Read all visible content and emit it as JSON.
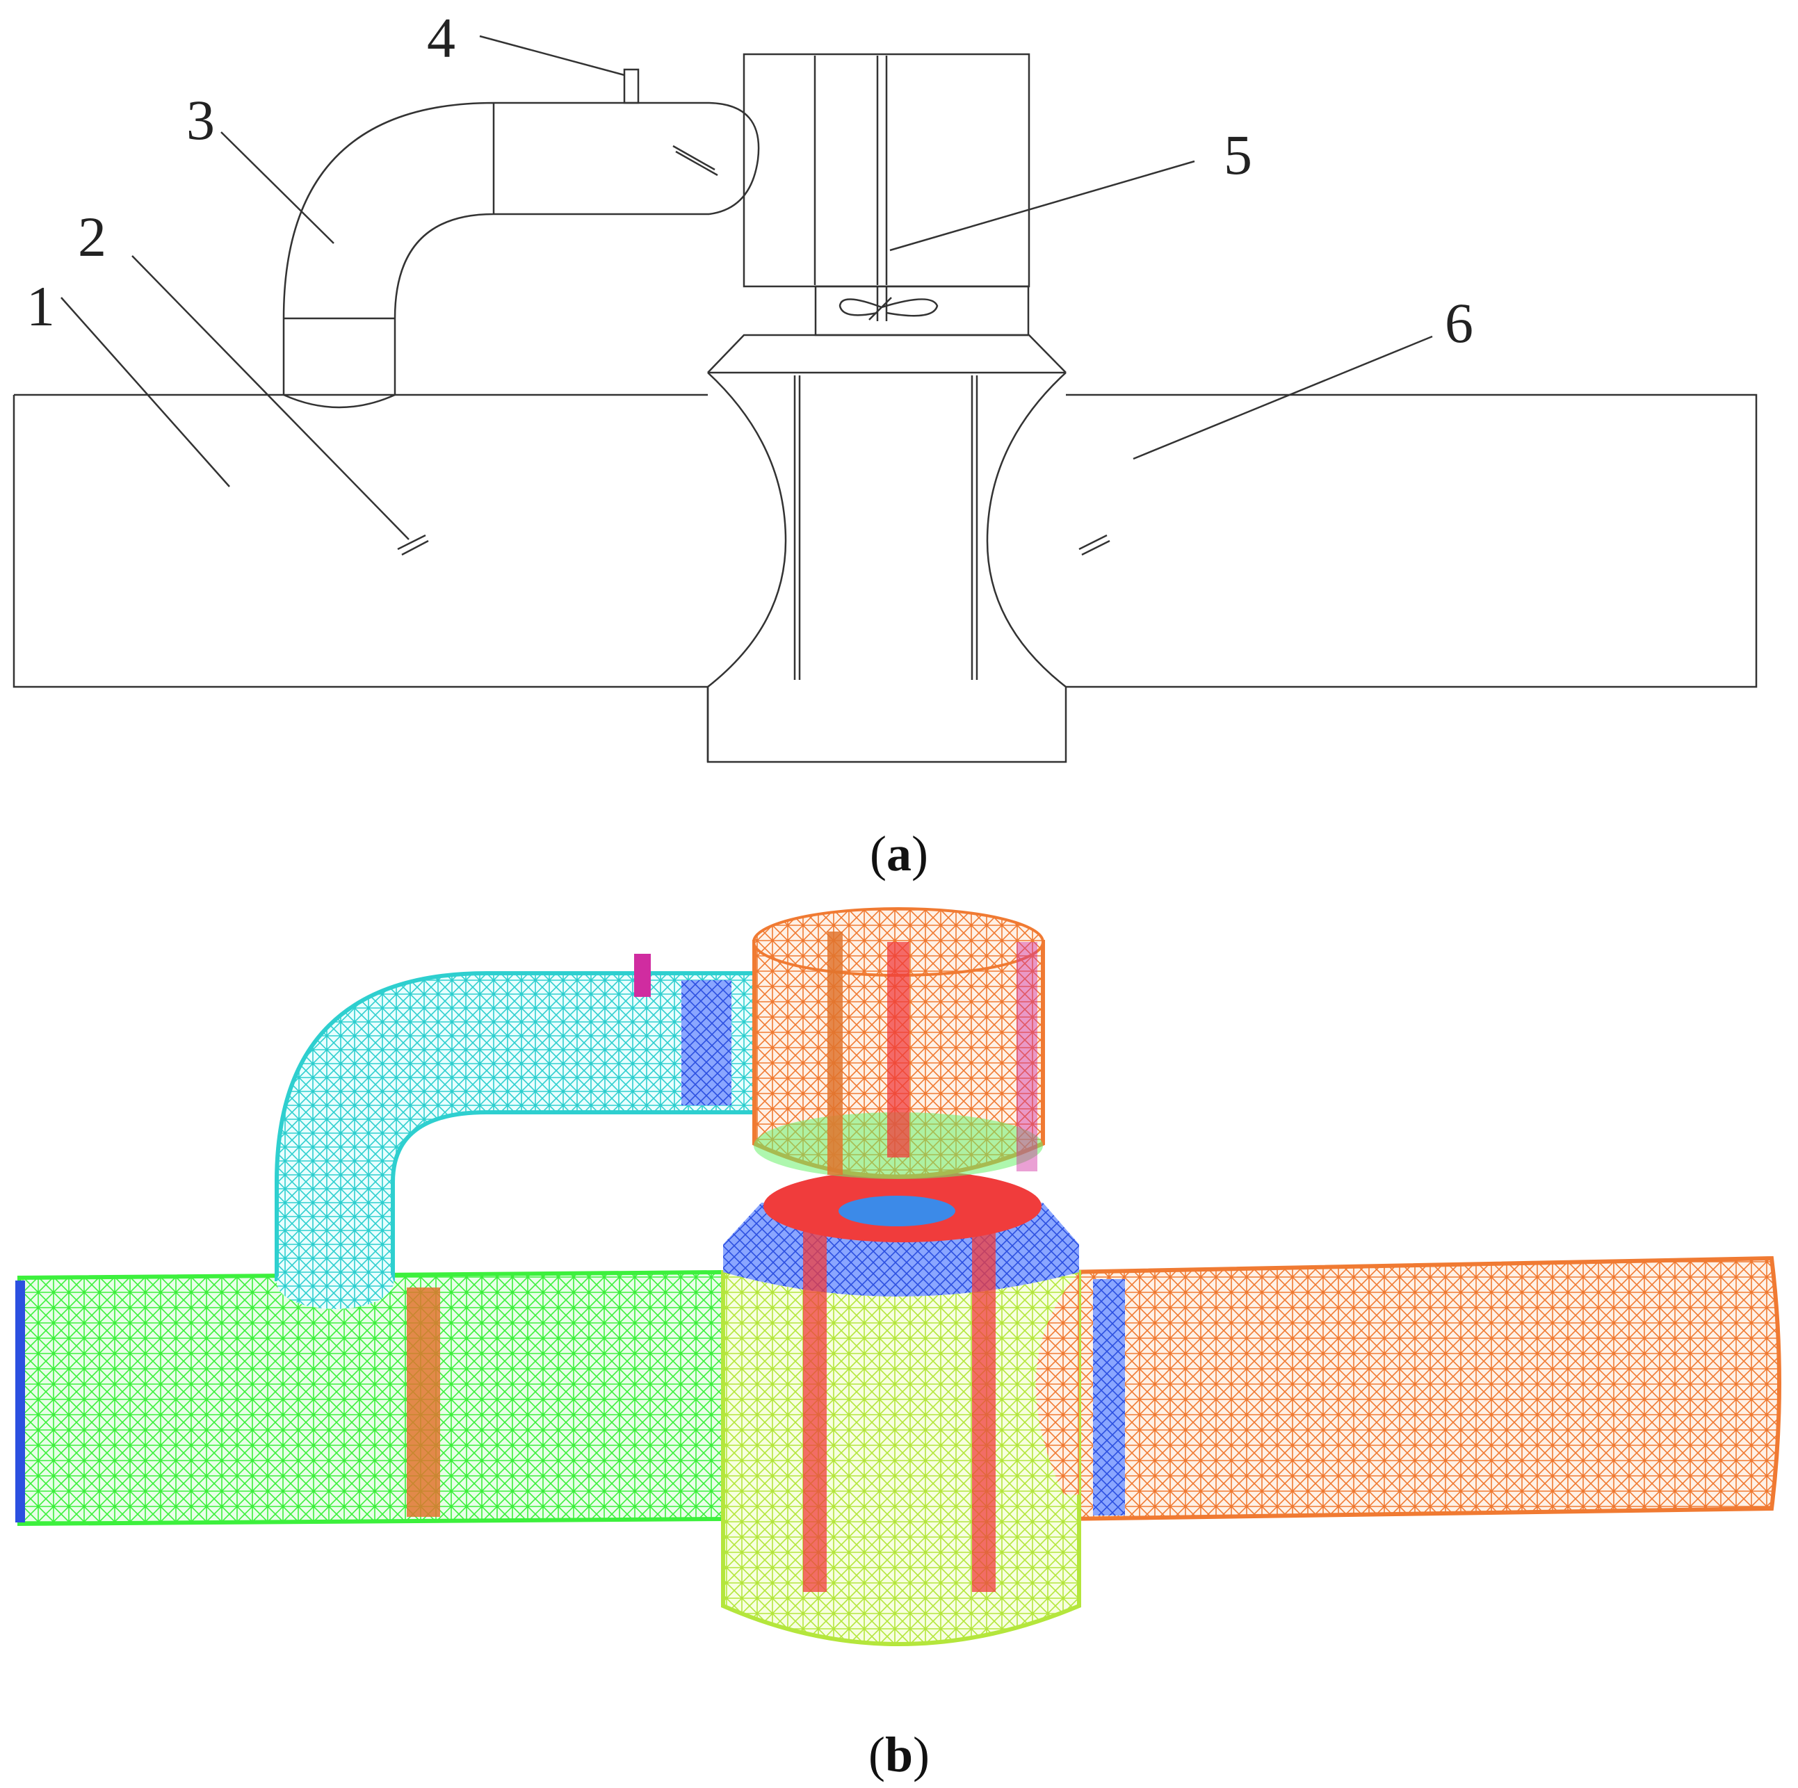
{
  "panel_a": {
    "labels": [
      "1",
      "2",
      "3",
      "4",
      "5",
      "6"
    ],
    "caption": {
      "open": "(",
      "letter": "a",
      "close": ")"
    }
  },
  "panel_b": {
    "caption": {
      "open": "(",
      "letter": "b",
      "close": ")"
    },
    "colors": {
      "inlet_pipe": "#3cf03c",
      "elbow_pipe": "#2ecfcf",
      "upper_chamber": "#f0843a",
      "mixing_chamber": "#b4e63c",
      "outlet_pipe": "#f07a32",
      "interface_blue": "#3c6af0",
      "interface_red": "#f03c3c",
      "sensor_magenta": "#d02ca0",
      "divider_orange": "#e0742e",
      "divider_purple": "#5a3ce0"
    }
  }
}
